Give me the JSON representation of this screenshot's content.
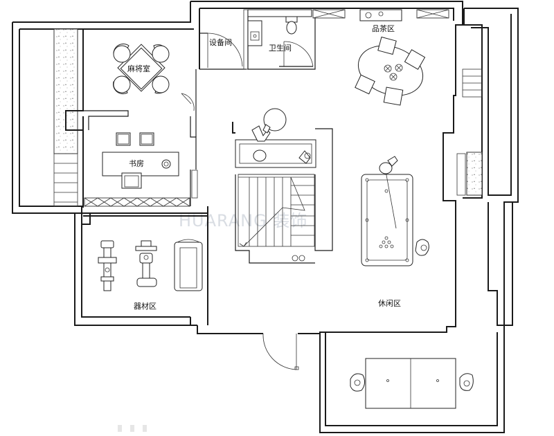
{
  "plan": {
    "rooms": {
      "mahjong": "麻将室",
      "equipment": "设备间",
      "bathroom": "卫生间",
      "tea": "品茶区",
      "study": "书房",
      "gym": "器材区",
      "leisure": "休闲区"
    },
    "watermark": "HUARANG 装饰"
  }
}
